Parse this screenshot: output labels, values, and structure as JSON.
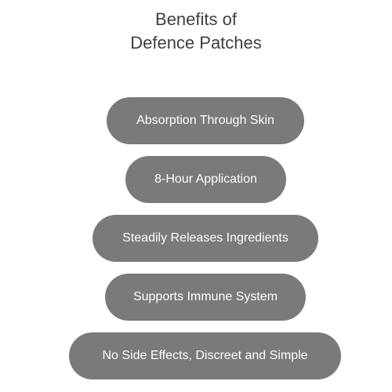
{
  "title": {
    "line1": "Benefits of",
    "line2": "Defence Patches"
  },
  "benefits": [
    {
      "label": "Absorption Through Skin"
    },
    {
      "label": "8-Hour Application"
    },
    {
      "label": "Steadily Releases Ingredients"
    },
    {
      "label": "Supports Immune System"
    },
    {
      "label": "No Side Effects, Discreet and Simple"
    }
  ],
  "colors": {
    "pill": "#7a7a7a",
    "pill_text": "#ffffff",
    "title_text": "#3f3f3f",
    "background": "#ffffff"
  }
}
